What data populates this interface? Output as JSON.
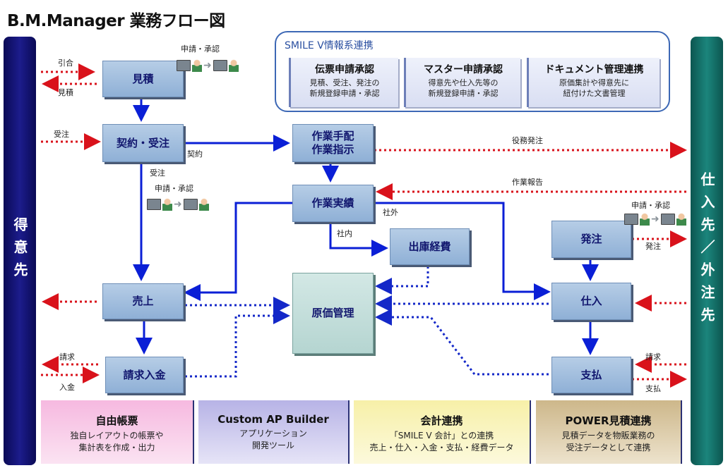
{
  "title": "B.M.Manager 業務フロー図",
  "sides": {
    "left": "得意先",
    "right": "仕入先／外注先"
  },
  "smile": {
    "title": "SMILE V情報系連携",
    "cards": [
      {
        "title": "伝票申請承認",
        "line1": "見積、受注、発注の",
        "line2": "新規登録申請・承認"
      },
      {
        "title": "マスター申請承認",
        "line1": "得意先や仕入先等の",
        "line2": "新規登録申請・承認"
      },
      {
        "title": "ドキュメント管理連携",
        "line1": "原価集計や得意先に",
        "line2": "紐付けた文書管理"
      }
    ]
  },
  "nodes": {
    "mitsumori": "見積",
    "keiyaku": "契約・受注",
    "tehai1": "作業手配",
    "tehai2": "作業指示",
    "jisseki": "作業実績",
    "shukko": "出庫経費",
    "uriage": "売上",
    "genka": "原価管理",
    "seikyu": "請求入金",
    "hacchu": "発注",
    "shiire": "仕入",
    "shiharai": "支払"
  },
  "labels": {
    "hikiai": "引合",
    "mitsumori": "見積",
    "juchu_in": "受注",
    "keiyaku": "契約",
    "juchu": "受注",
    "ekimu": "役務発注",
    "sagyo_hokoku": "作業報告",
    "shagai": "社外",
    "shanai": "社内",
    "hacchu": "発注",
    "seikyu_left": "請求",
    "nyukin": "入金",
    "seikyu_right": "請求",
    "shiharai": "支払",
    "approve1": "申請・承認",
    "approve2": "申請・承認",
    "approve3": "申請・承認"
  },
  "bottom": [
    {
      "title": "自由帳票",
      "line1": "独自レイアウトの帳票や",
      "line2": "集計表を作成・出力",
      "color": "#f6b9e0"
    },
    {
      "title": "Custom AP Builder",
      "line1": "アプリケーション",
      "line2": "開発ツール",
      "color": "#b7b3e6"
    },
    {
      "title": "会計連携",
      "line1": "「SMILE V 会計」との連携",
      "line2": "売上・仕入・入金・支払・経費データ",
      "color": "#f7f0a8"
    },
    {
      "title": "POWER見積連携",
      "line1": "見積データを物販業務の",
      "line2": "受注データとして連携",
      "color": "#cdb78a"
    }
  ],
  "colors": {
    "flow_blue": "#0a1fd6",
    "dotted_red": "#d9121b",
    "dotted_blue": "#1428c8"
  }
}
